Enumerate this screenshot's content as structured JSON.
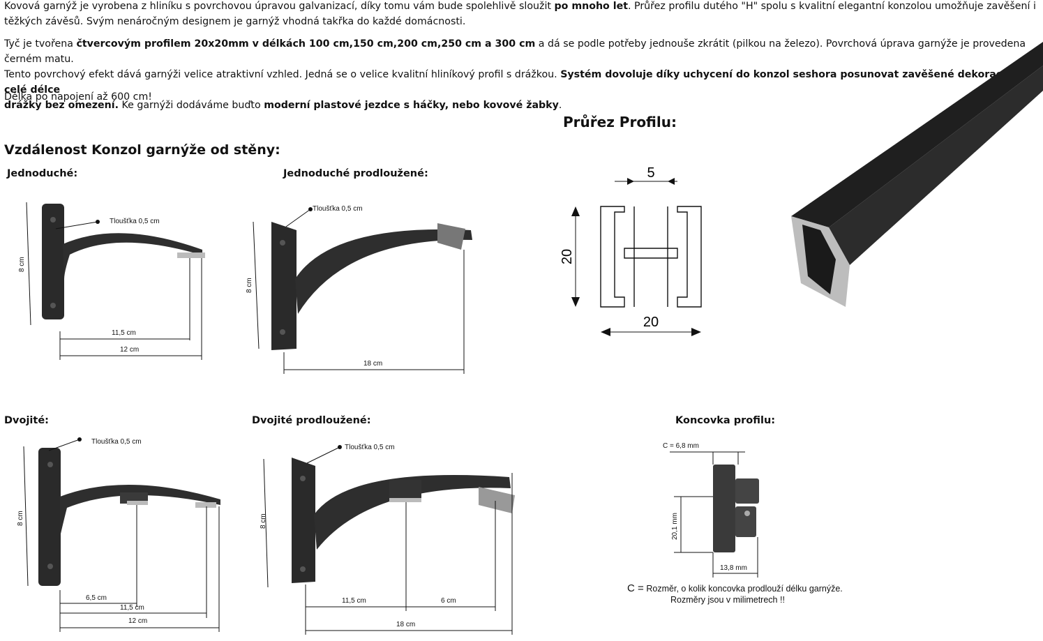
{
  "intro": {
    "p1_a": "Kovová garnýž je vyrobena z hliníku s povrchovou úpravou galvanizací, díky tomu vám bude spolehlivě sloužit ",
    "p1_b": "po mnoho let",
    "p1_c": ". Průřez profilu dutého \"H\" spolu s kvalitní elegantní konzolou umožňuje zavěšení i",
    "p1_d": "těžkých závěsů. Svým nenáročným designem je garnýž vhodná takřka do každé domácnosti.",
    "p2_a": "Tyč je tvořena ",
    "p2_b": "čtvercovým profilem 20x20mm v délkách 100 cm,150 cm,200 cm,250 cm a 300 cm",
    "p2_c": " a dá se podle potřeby jednouše zkrátit (pilkou na železo). Povrchová úprava garnýže je provedena černém matu.",
    "p2_d": "Tento povrchový efekt dává garnýži velice atraktivní vzhled. Jedná se o velice kvalitní hliníkový profil s drážkou. ",
    "p2_e": "Systém dovoluje díky uchycení do konzol seshora posunovat zavěšené dekorace po celé délce",
    "p2_f": "drážky bez omezení.",
    "p2_g": " Ke garnýži dodáváme buďto ",
    "p2_h": "moderní plastové jezdce s háčky, nebo kovové žabky",
    "p2_i": ".",
    "p3": "Délka po napojení až 600 cm!"
  },
  "headings": {
    "section": "Vzdálenost Konzol garnýže od stěny:",
    "profile": "Průřez Profilu:"
  },
  "figures": {
    "single": {
      "title": "Jednoduché:",
      "thickness": "Tloušťka 0,5 cm",
      "height": "8 cm",
      "d1": "11,5 cm",
      "d2": "12 cm"
    },
    "single_ext": {
      "title": "Jednoduché prodloužené:",
      "thickness": "Tloušťka 0,5 cm",
      "height": "8 cm",
      "d1": "18 cm"
    },
    "double": {
      "title": "Dvojité:",
      "thickness": "Tloušťka 0,5 cm",
      "height": "8 cm",
      "d1": "6,5 cm",
      "d2": "11,5 cm",
      "d3": "12 cm"
    },
    "double_ext": {
      "title": "Dvojité prodloužené:",
      "thickness": "Tloušťka 0,5 cm",
      "height": "8 cm",
      "d1": "11,5 cm",
      "d2": "6 cm",
      "d3": "18 cm"
    },
    "cap": {
      "title": "Koncovka profilu:",
      "c": "C = 6,8 mm",
      "h": "20,1 mm",
      "w": "13,8 mm",
      "note_c": "C =",
      "note1": "Rozměr, o kolik koncovka prodlouží délku garnýže.",
      "note2": "Rozměry jsou v milimetrech !!"
    },
    "section": {
      "top": "5",
      "height": "20",
      "width": "20"
    }
  }
}
